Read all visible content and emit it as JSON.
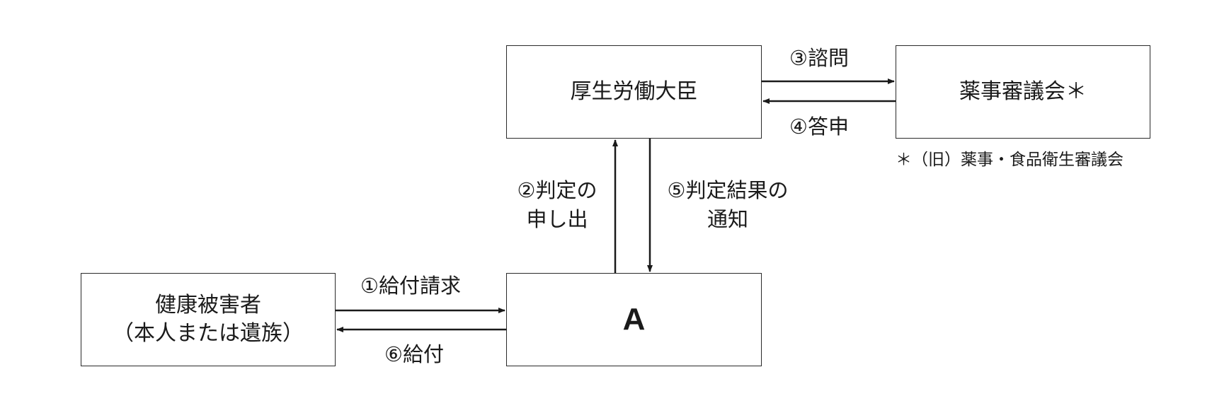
{
  "nodes": {
    "minister": {
      "label": "厚生労働大臣"
    },
    "council": {
      "label": "薬事審議会＊"
    },
    "victim": {
      "line1": "健康被害者",
      "line2": "（本人または遺族）"
    },
    "agency": {
      "label": "A"
    }
  },
  "edges": {
    "consult": "③諮問",
    "report": "④答申",
    "request_judgment": {
      "line1": "②判定の",
      "line2": "申し出"
    },
    "notify_result": {
      "line1": "⑤判定結果の",
      "line2": "通知"
    },
    "benefit_claim": "①給付請求",
    "benefit_payment": "⑥給付"
  },
  "footnote": "＊（旧）薬事・食品衛生審議会"
}
